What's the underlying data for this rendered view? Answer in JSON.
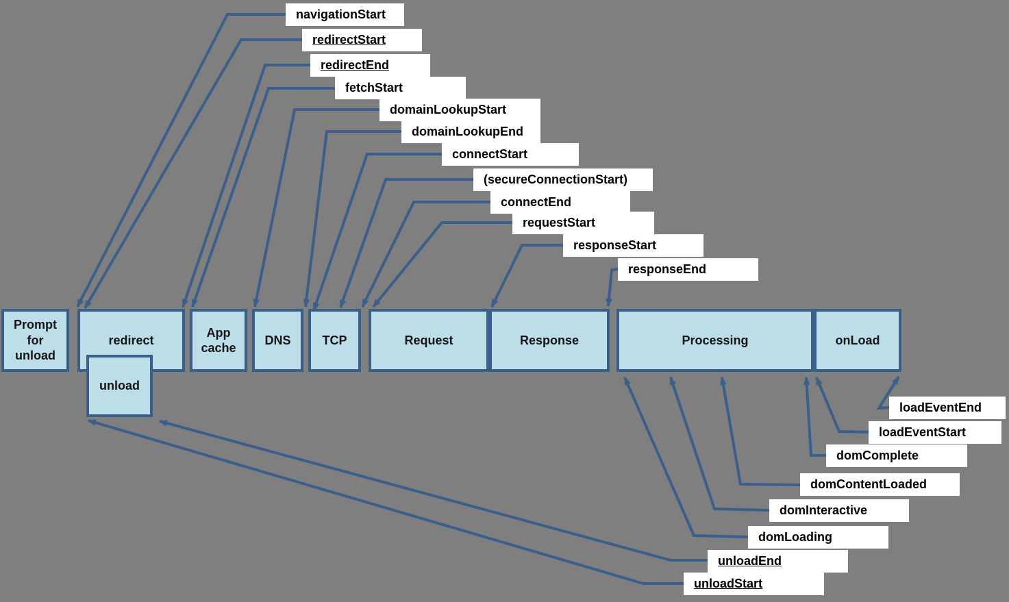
{
  "diagram": {
    "title_semantic": "Navigation Timing overview",
    "colors": {
      "background": "#7f7f7f",
      "box_fill": "#bcdee9",
      "box_border": "#3a5f8b",
      "connector": "#3a5f8b",
      "label_background": "#ffffff",
      "label_text": "#000000"
    },
    "timeline_boxes": [
      {
        "id": "prompt-for-unload",
        "label": "Prompt for unload"
      },
      {
        "id": "redirect",
        "label": "redirect"
      },
      {
        "id": "unload",
        "label": "unload"
      },
      {
        "id": "app-cache",
        "label": "App cache"
      },
      {
        "id": "dns",
        "label": "DNS"
      },
      {
        "id": "tcp",
        "label": "TCP"
      },
      {
        "id": "request",
        "label": "Request"
      },
      {
        "id": "response",
        "label": "Response"
      },
      {
        "id": "processing",
        "label": "Processing"
      },
      {
        "id": "onload",
        "label": "onLoad"
      }
    ],
    "event_labels": [
      {
        "id": "navigationStart",
        "label": "navigationStart",
        "underlined": false
      },
      {
        "id": "redirectStart",
        "label": "redirectStart",
        "underlined": true
      },
      {
        "id": "redirectEnd",
        "label": "redirectEnd",
        "underlined": true
      },
      {
        "id": "fetchStart",
        "label": "fetchStart",
        "underlined": false
      },
      {
        "id": "domainLookupStart",
        "label": "domainLookupStart",
        "underlined": false
      },
      {
        "id": "domainLookupEnd",
        "label": "domainLookupEnd",
        "underlined": false
      },
      {
        "id": "connectStart",
        "label": "connectStart",
        "underlined": false
      },
      {
        "id": "secureConnectionStart",
        "label": "(secureConnectionStart)",
        "underlined": false
      },
      {
        "id": "connectEnd",
        "label": "connectEnd",
        "underlined": false
      },
      {
        "id": "requestStart",
        "label": "requestStart",
        "underlined": false
      },
      {
        "id": "responseStart",
        "label": "responseStart",
        "underlined": false
      },
      {
        "id": "responseEnd",
        "label": "responseEnd",
        "underlined": false
      },
      {
        "id": "loadEventEnd",
        "label": "loadEventEnd",
        "underlined": false
      },
      {
        "id": "loadEventStart",
        "label": "loadEventStart",
        "underlined": false
      },
      {
        "id": "domComplete",
        "label": "domComplete",
        "underlined": false
      },
      {
        "id": "domContentLoaded",
        "label": "domContentLoaded",
        "underlined": false
      },
      {
        "id": "domInteractive",
        "label": "domInteractive",
        "underlined": false
      },
      {
        "id": "domLoading",
        "label": "domLoading",
        "underlined": false
      },
      {
        "id": "unloadEnd",
        "label": "unloadEnd",
        "underlined": true
      },
      {
        "id": "unloadStart",
        "label": "unloadStart",
        "underlined": true
      }
    ]
  }
}
